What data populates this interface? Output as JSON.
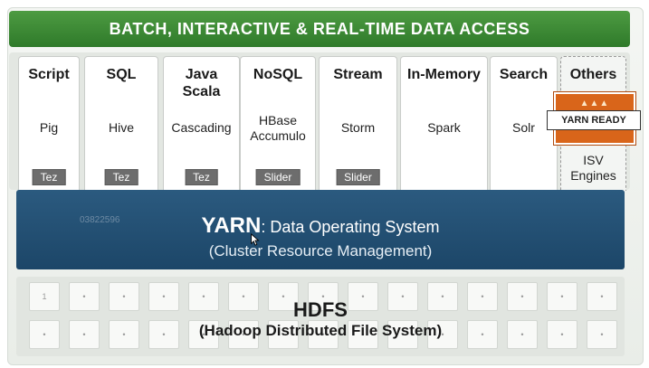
{
  "banner": {
    "title": "BATCH, INTERACTIVE & REAL-TIME  DATA ACCESS"
  },
  "engines": [
    {
      "title": "Script",
      "sub": "Pig",
      "tag": "Tez"
    },
    {
      "title": "SQL",
      "sub": "Hive",
      "tag": "Tez"
    },
    {
      "title": "Java\nScala",
      "sub": "Cascading",
      "tag": "Tez"
    },
    {
      "title": "NoSQL",
      "sub": "HBase\nAccumulo",
      "tag": "Slider"
    },
    {
      "title": "Stream",
      "sub": "Storm",
      "tag": "Slider"
    },
    {
      "title": "In-Memory",
      "sub": "Spark",
      "tag": ""
    },
    {
      "title": "Search",
      "sub": "Solr",
      "tag": ""
    },
    {
      "title": "Others",
      "sub": "ISV\nEngines",
      "tag": ""
    }
  ],
  "badge": {
    "text": "YARN READY",
    "logo_icon": "elephant-icon"
  },
  "yarn": {
    "name": "YARN",
    "title_rest": ": Data Operating System",
    "subtitle": "(Cluster Resource Management)",
    "watermark": "03822596"
  },
  "hdfs": {
    "title": "HDFS",
    "subtitle": "(Hadoop Distributed File System)",
    "first_cell_label": "1",
    "cell_dot": "•"
  },
  "colors": {
    "banner_green": "#3a8a33",
    "yarn_blue": "#23517a",
    "badge_orange": "#d9651a",
    "tag_gray": "#6d6d6d"
  }
}
